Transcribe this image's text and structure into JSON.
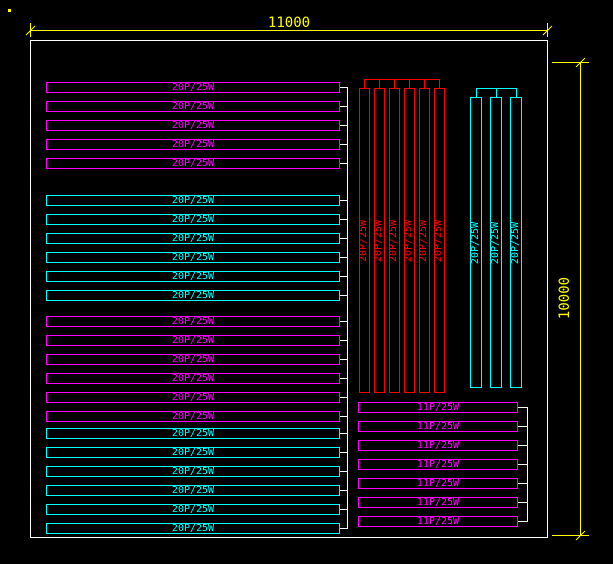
{
  "drawing": {
    "background": "#000000",
    "border_color": "#FFFFFF",
    "connector_color": "#FFFFFF",
    "dimensions": {
      "color": "#FFFF00",
      "top_label": "11000",
      "side_label": "10000"
    },
    "left_rack_columns": {
      "groups": [
        {
          "label": "20P/25W",
          "color": "#FF00FF",
          "count": 5
        },
        {
          "label": "20P/25W",
          "color": "#00FFFF",
          "count": 6
        },
        {
          "label": "20P/25W",
          "color": "#FF00FF",
          "count": 6
        },
        {
          "label": "20P/25W",
          "color": "#00FFFF",
          "count": 6
        }
      ]
    },
    "vertical_rack_columns": {
      "groups": [
        {
          "label": "20P/25W",
          "color": "#FF0000",
          "count": 6
        },
        {
          "label": "20P/25W",
          "color": "#00FFFF",
          "count": 3
        }
      ]
    },
    "bottom_right_racks": {
      "label": "11P/25W",
      "color": "#FF00FF",
      "count": 7
    }
  }
}
